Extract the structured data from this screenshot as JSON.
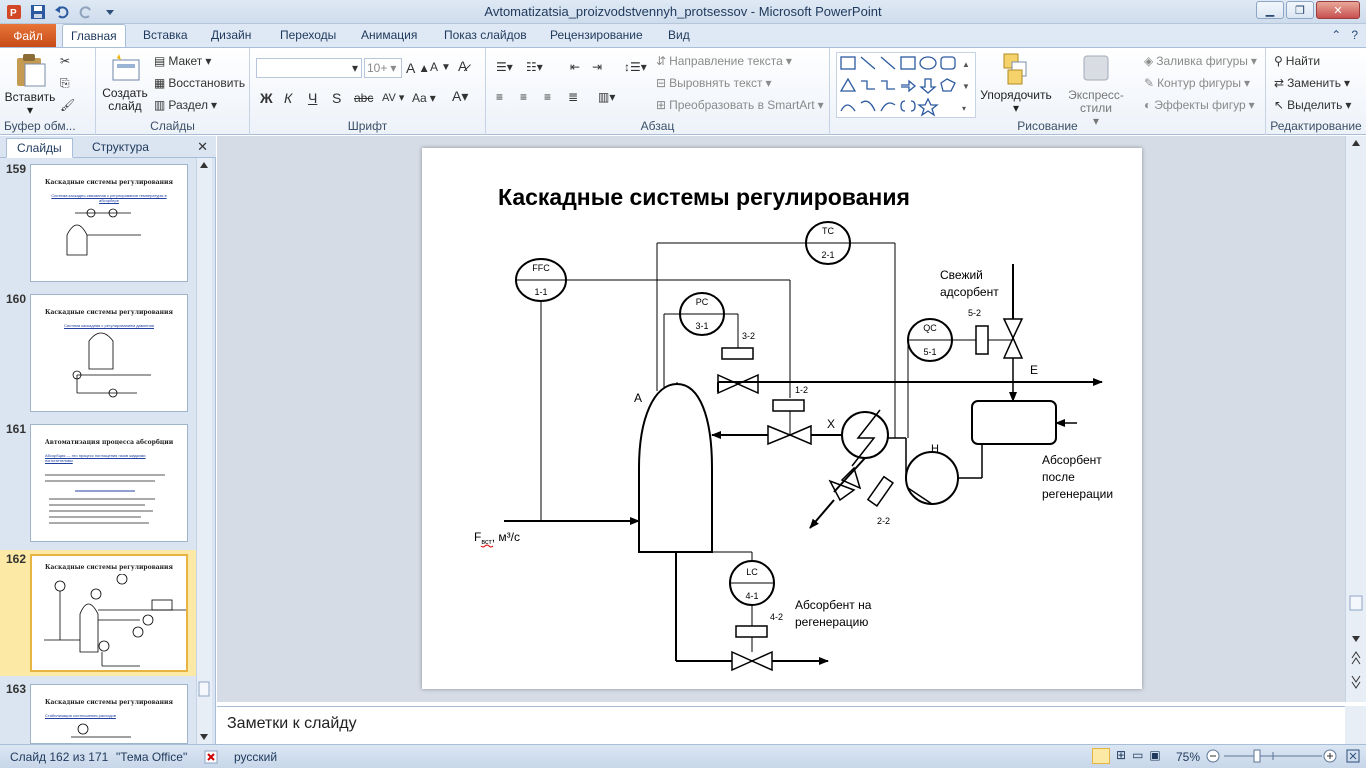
{
  "window": {
    "title": "Avtomatizatsia_proizvodstvennyh_protsessov  -  Microsoft PowerPoint"
  },
  "tabs": {
    "file": "Файл",
    "items": [
      "Главная",
      "Вставка",
      "Дизайн",
      "Переходы",
      "Анимация",
      "Показ слайдов",
      "Рецензирование",
      "Вид"
    ]
  },
  "ribbon": {
    "clipboard": {
      "label": "Буфер обм...",
      "paste": "Вставить"
    },
    "slides": {
      "label": "Слайды",
      "new_slide_1": "Создать",
      "new_slide_2": "слайд",
      "layout": "Макет",
      "reset": "Восстановить",
      "section": "Раздел"
    },
    "font": {
      "label": "Шрифт",
      "font_size": "10+",
      "bold": "Ж",
      "italic": "К",
      "underline": "Ч",
      "shadow": "S",
      "strike": "abc",
      "spacing": "AV",
      "case": "Aa"
    },
    "paragraph": {
      "label": "Абзац",
      "text_direction": "Направление текста",
      "align_text": "Выровнять текст",
      "smartart": "Преобразовать в SmartArt"
    },
    "drawing": {
      "label": "Рисование",
      "arrange": "Упорядочить",
      "quick_styles": "Экспресс-стили",
      "shape_fill": "Заливка фигуры",
      "shape_outline": "Контур фигуры",
      "shape_effects": "Эффекты фигур"
    },
    "editing": {
      "label": "Редактирование",
      "find": "Найти",
      "replace": "Заменить",
      "select": "Выделить"
    }
  },
  "panel": {
    "tab_slides": "Слайды",
    "tab_outline": "Структура",
    "thumbnails": [
      {
        "num": "159",
        "title": "Каскадные системы регулирования",
        "subtitle": "Система каскадно-связанная с регулирования температуры в абсорбере"
      },
      {
        "num": "160",
        "title": "Каскадные системы регулирования",
        "subtitle": "Система каскадная с регулированием давления"
      },
      {
        "num": "161",
        "title": "Автоматизация процесса абсорбции",
        "subtitle": "Абсорбция — это процесс поглощения газов жидкими поглотителями"
      },
      {
        "num": "162",
        "title": "Каскадные системы регулирования",
        "subtitle": ""
      },
      {
        "num": "163",
        "title": "Каскадные системы регулирования",
        "subtitle": "Стабилизация соотношения расходов"
      }
    ]
  },
  "slide": {
    "title": "Каскадные системы регулирования",
    "instruments": {
      "tc": {
        "name": "TC",
        "num": "2-1"
      },
      "ffc": {
        "name": "FFC",
        "num": "1-1"
      },
      "pc": {
        "name": "PC",
        "num": "3-1"
      },
      "qc": {
        "name": "QC",
        "num": "5-1"
      },
      "lc": {
        "name": "LC",
        "num": "4-1"
      },
      "h": {
        "name": "H"
      }
    },
    "labels": {
      "v32": "3-2",
      "v12": "1-2",
      "v52": "5-2",
      "v42": "4-2",
      "v22": "2-2",
      "a": "A",
      "x": "X",
      "e": "E",
      "fresh1": "Свежий",
      "fresh2": "адсорбент",
      "absorb_after1": "Абсорбент",
      "absorb_after2": "после",
      "absorb_after3": "регенерации",
      "absorb_to1": "Абсорбент  на",
      "absorb_to2": "регенерацию",
      "flow_f": "F",
      "flow_sub": "вст",
      "flow_units": ", м³/с"
    }
  },
  "notes": {
    "placeholder": "Заметки к слайду"
  },
  "status": {
    "slide": "Слайд 162 из 171",
    "theme": "\"Тема Office\"",
    "language": "русский",
    "zoom": "75%"
  },
  "colors": {
    "file_tab": "#d35a22",
    "selection": "#fde9a6"
  }
}
